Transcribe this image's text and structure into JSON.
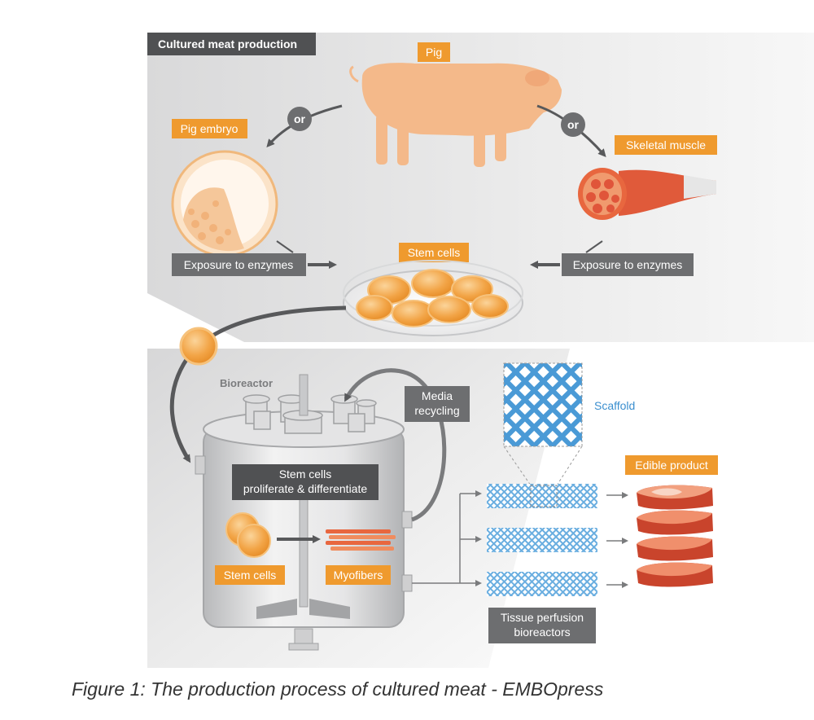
{
  "title": "Cultured meat production",
  "labels": {
    "pig": "Pig",
    "or_left": "or",
    "or_right": "or",
    "pig_embryo": "Pig embryo",
    "skeletal_muscle": "Skeletal muscle",
    "stem_cells_top": "Stem cells",
    "exposure_left": "Exposure to enzymes",
    "exposure_right": "Exposure to enzymes",
    "bioreactor": "Bioreactor",
    "media_recycling_line1": "Media",
    "media_recycling_line2": "recycling",
    "proliferate_line1": "Stem cells",
    "proliferate_line2": "proliferate & differentiate",
    "stem_cells_bottom": "Stem cells",
    "myofibers": "Myofibers",
    "scaffold": "Scaffold",
    "edible_product": "Edible product",
    "tissue_line1": "Tissue perfusion",
    "tissue_line2": "bioreactors"
  },
  "caption": "Figure 1: The production process of cultured meat - EMBOpress",
  "colors": {
    "orange_label": "#ef9a2e",
    "gray_label": "#6d6e70",
    "pig": "#f4b98a",
    "scaffold_blue": "#4a9ad6",
    "meat_red": "#e0553a"
  }
}
